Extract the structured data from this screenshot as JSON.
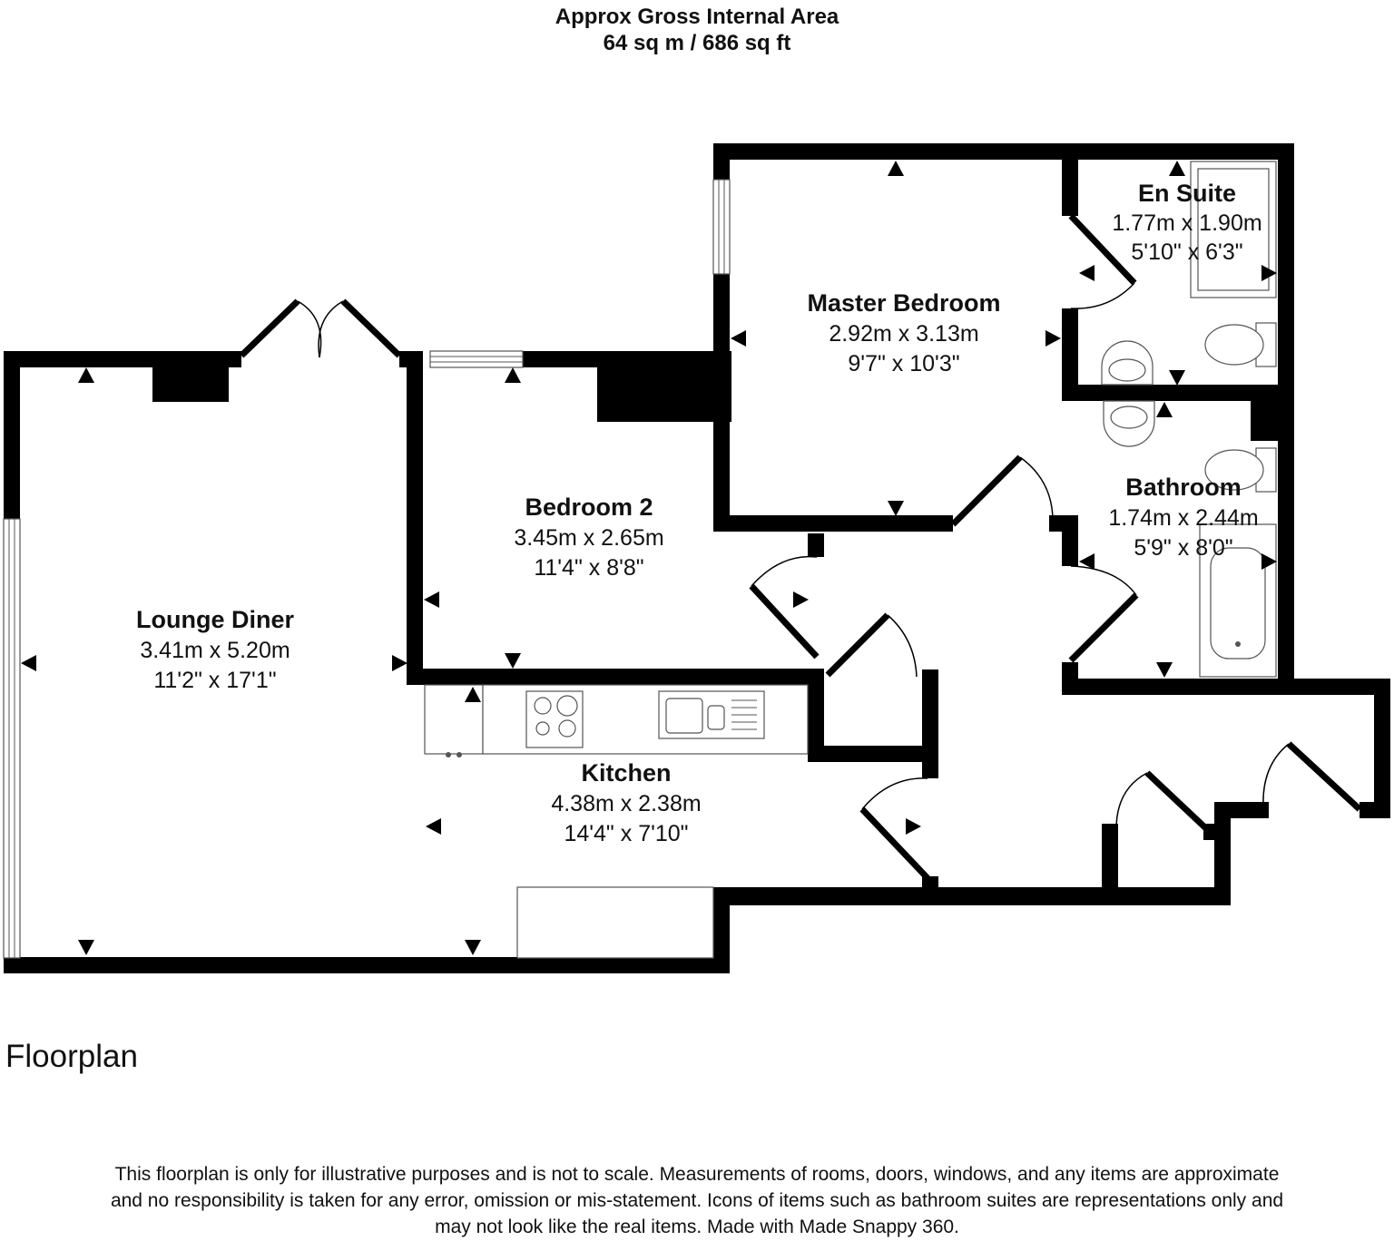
{
  "header": {
    "line1": "Approx Gross Internal Area",
    "line2": "64 sq m / 686 sq ft"
  },
  "rooms": {
    "lounge": {
      "name": "Lounge Diner",
      "metric": "3.41m x 5.20m",
      "imperial": "11'2\" x 17'1\""
    },
    "bedroom2": {
      "name": "Bedroom 2",
      "metric": "3.45m x 2.65m",
      "imperial": "11'4\" x 8'8\""
    },
    "master": {
      "name": "Master Bedroom",
      "metric": "2.92m x 3.13m",
      "imperial": "9'7\" x 10'3\""
    },
    "ensuite": {
      "name": "En Suite",
      "metric": "1.77m x 1.90m",
      "imperial": "5'10\" x 6'3\""
    },
    "bathroom": {
      "name": "Bathroom",
      "metric": "1.74m x 2.44m",
      "imperial": "5'9\" x 8'0\""
    },
    "kitchen": {
      "name": "Kitchen",
      "metric": "4.38m x 2.38m",
      "imperial": "14'4\" x 7'10\""
    }
  },
  "caption": "Floorplan",
  "disclaimer": {
    "line1": "This floorplan is only for illustrative purposes and is not to scale. Measurements of rooms, doors, windows, and any items are approximate",
    "line2": "and no responsibility is taken for any error, omission or mis-statement. Icons of items such as bathroom suites are representations only and",
    "line3": "may not look like the real items. Made with Made Snappy 360."
  },
  "colors": {
    "wall": "#000000",
    "background": "#ffffff",
    "text": "#111111"
  }
}
